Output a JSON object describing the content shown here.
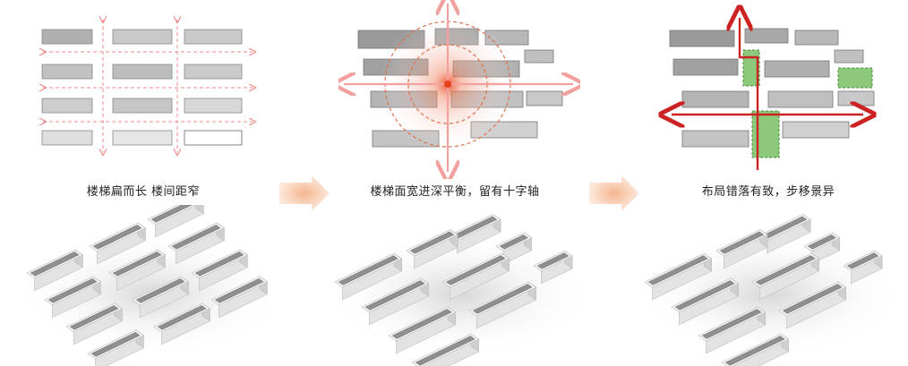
{
  "captions": [
    "楼梯扁而长 楼间距窄",
    "楼梯面宽进深平衡，留有十字轴",
    "布局错落有致，步移景异"
  ],
  "colors": {
    "bar_dark": "#9e9e9e",
    "bar_mid": "#b5b5b5",
    "bar_light": "#d2d2d2",
    "dashed_axis": "#f08a8a",
    "cross_axis": "#f2a8a8",
    "focus": "#e8502a",
    "axis_red": "#cc2222",
    "green": "#8cc97a",
    "block_top": "#8a8a8a",
    "block_side": "#d8d8d8",
    "chevron": "#f6b899"
  }
}
